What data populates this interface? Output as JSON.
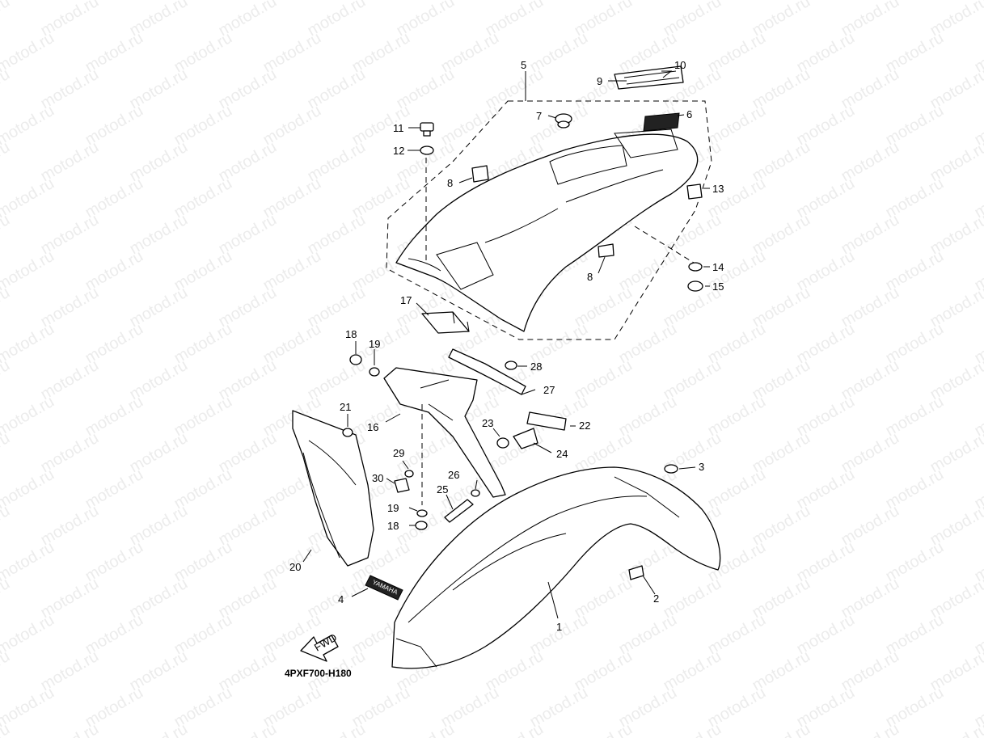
{
  "watermark": "motod.ru",
  "diagram_code": "4PXF700-H180",
  "fwd_label": "FWD",
  "logo_text": "YAMAHA",
  "callouts": [
    "1",
    "2",
    "3",
    "4",
    "5",
    "6",
    "7",
    "8",
    "8",
    "9",
    "10",
    "11",
    "12",
    "13",
    "14",
    "15",
    "16",
    "17",
    "18",
    "18",
    "19",
    "19",
    "20",
    "21",
    "22",
    "23",
    "24",
    "25",
    "26",
    "27",
    "28",
    "29",
    "30"
  ]
}
